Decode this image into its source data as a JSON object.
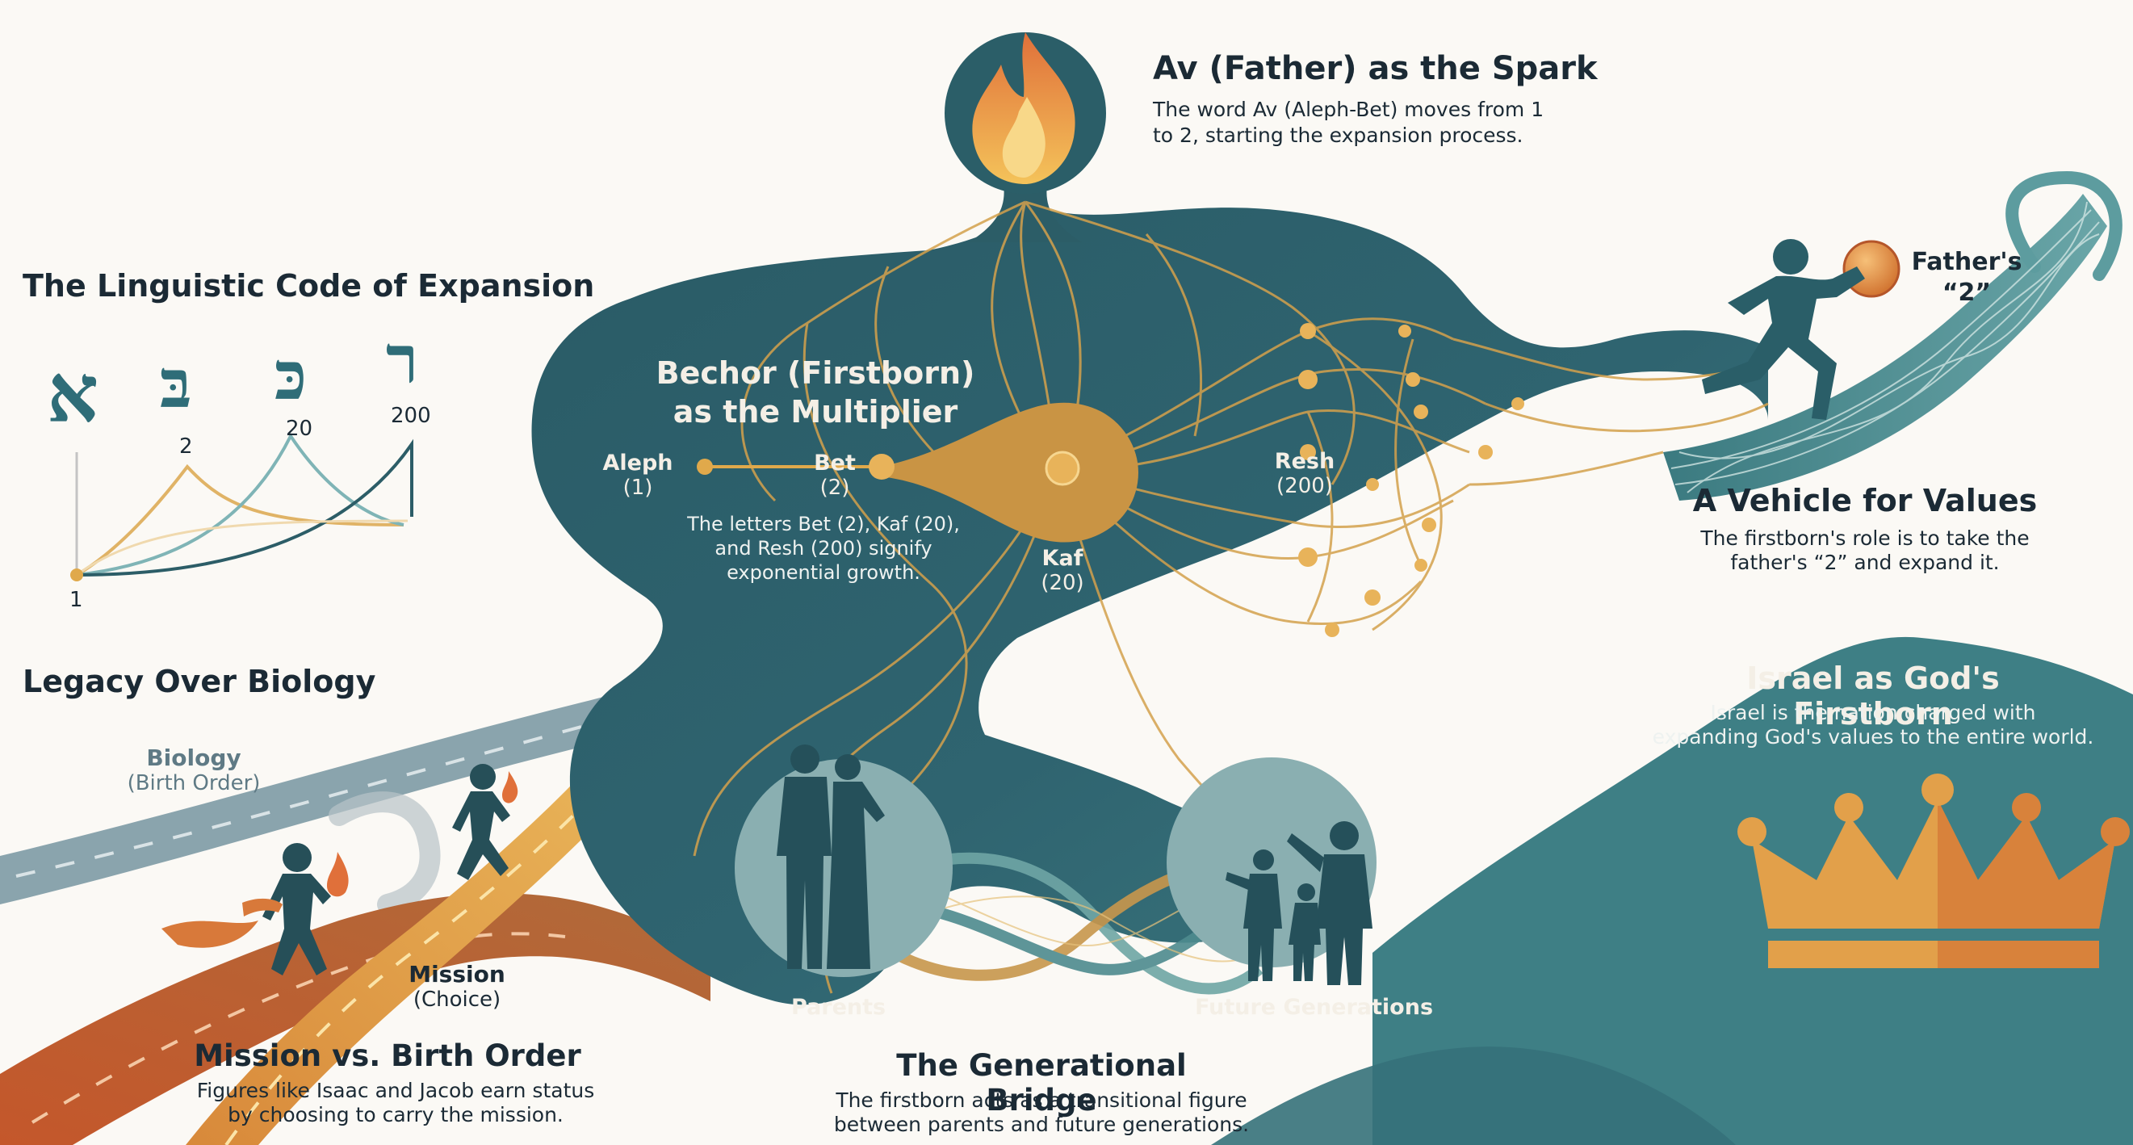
{
  "spark": {
    "title": "Av (Father) as the Spark",
    "desc_line1": "The word Av (Aleph-Bet) moves from 1",
    "desc_line2": "to 2, starting the expansion process."
  },
  "linguistic": {
    "title": "The Linguistic Code of Expansion",
    "letters": [
      "א",
      "בּ",
      "כּ",
      "ר"
    ],
    "values": [
      "1",
      "2",
      "20",
      "200"
    ]
  },
  "multiplier": {
    "title_line1": "Bechor (Firstborn)",
    "title_line2": "as the Multiplier",
    "aleph_name": "Aleph",
    "aleph_value": "(1)",
    "bet_name": "Bet",
    "bet_value": "(2)",
    "kaf_name": "Kaf",
    "kaf_value": "(20)",
    "resh_name": "Resh",
    "resh_value": "(200)",
    "desc_line1": "The letters Bet (2), Kaf (20),",
    "desc_line2": "and Resh (200) signify",
    "desc_line3": "exponential growth."
  },
  "fathers_two": {
    "line1": "Father's",
    "line2": "“2”"
  },
  "vehicle": {
    "title": "A Vehicle for Values",
    "desc_line1": "The firstborn's role is to take the",
    "desc_line2": "father's “2” and expand it."
  },
  "legacy": {
    "title": "Legacy Over Biology",
    "biology_label": "Biology",
    "biology_sub": "(Birth Order)",
    "mission_label": "Mission",
    "mission_sub": "(Choice)"
  },
  "mission_vs": {
    "title": "Mission vs. Birth Order",
    "desc_line1": "Figures like Isaac and Jacob earn status",
    "desc_line2": "by choosing to carry the mission."
  },
  "bridge": {
    "parents_label": "Parents",
    "future_label": "Future Generations",
    "title": "The Generational Bridge",
    "desc_line1": "The firstborn acts as a transitional figure",
    "desc_line2": "between parents and future generations."
  },
  "israel": {
    "title": "Israel as God's Firstborn",
    "desc_line1": "Israel is the nation charged with",
    "desc_line2": "expanding God's values to the entire world."
  },
  "colors": {
    "teal_dark": "#2c5d67",
    "teal_mid": "#3f7f86",
    "gold": "#e0a94b",
    "orange": "#d8793a",
    "slate": "#8aa4ad"
  },
  "icons": [
    "flame-icon",
    "crown-icon",
    "runner-icon",
    "torch-bearer-icon",
    "parents-icon",
    "family-icon",
    "orb-icon"
  ]
}
